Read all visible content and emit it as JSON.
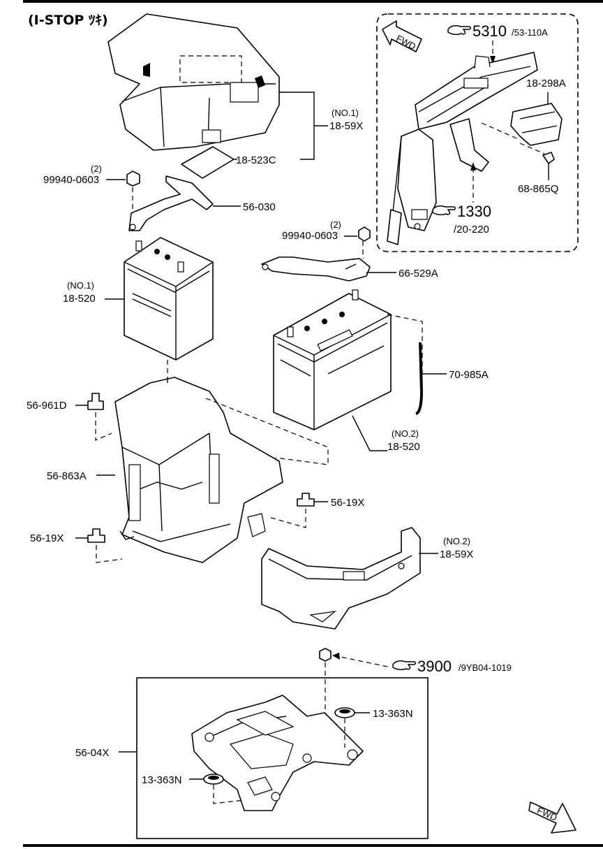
{
  "header": {
    "title": "(I-STOP ﾂｷ)"
  },
  "inset": {
    "fwd_label": "FWD",
    "ref_5310_number": "5310",
    "ref_5310_sub": "/53-110A",
    "ref_1330_number": "1330",
    "ref_1330_sub": "/20-220",
    "label_18_298A": "18-298A",
    "label_68_865Q": "68-865Q"
  },
  "labels": {
    "no1_cover_qual": "(NO.1)",
    "no1_cover": "18-59X",
    "label_18_523C": "18-523C",
    "qty_2_a": "(2)",
    "nut_99940_a": "99940-0603",
    "label_56_030": "56-030",
    "qty_2_b": "(2)",
    "nut_99940_b": "99940-0603",
    "label_66_529A": "66-529A",
    "no1_battery_qual": "(NO.1)",
    "no1_battery": "18-520",
    "label_70_985A": "70-985A",
    "label_56_961D": "56-961D",
    "no2_battery_qual": "(NO.2)",
    "no2_battery": "18-520",
    "label_56_863A": "56-863A",
    "label_56_19X_right": "56-19X",
    "label_56_19X_left": "56-19X",
    "no2_cover_qual": "(NO.2)",
    "no2_cover": "18-59X",
    "ref_3900_number": "3900",
    "ref_3900_sub": "/9YB04-1019",
    "label_13_363N_right": "13-363N",
    "label_56_04X": "56-04X",
    "label_13_363N_left": "13-363N",
    "fwd_label_bottom": "FWD"
  },
  "icons": [
    "fwd-arrow-icon",
    "pointing-hand-icon"
  ]
}
